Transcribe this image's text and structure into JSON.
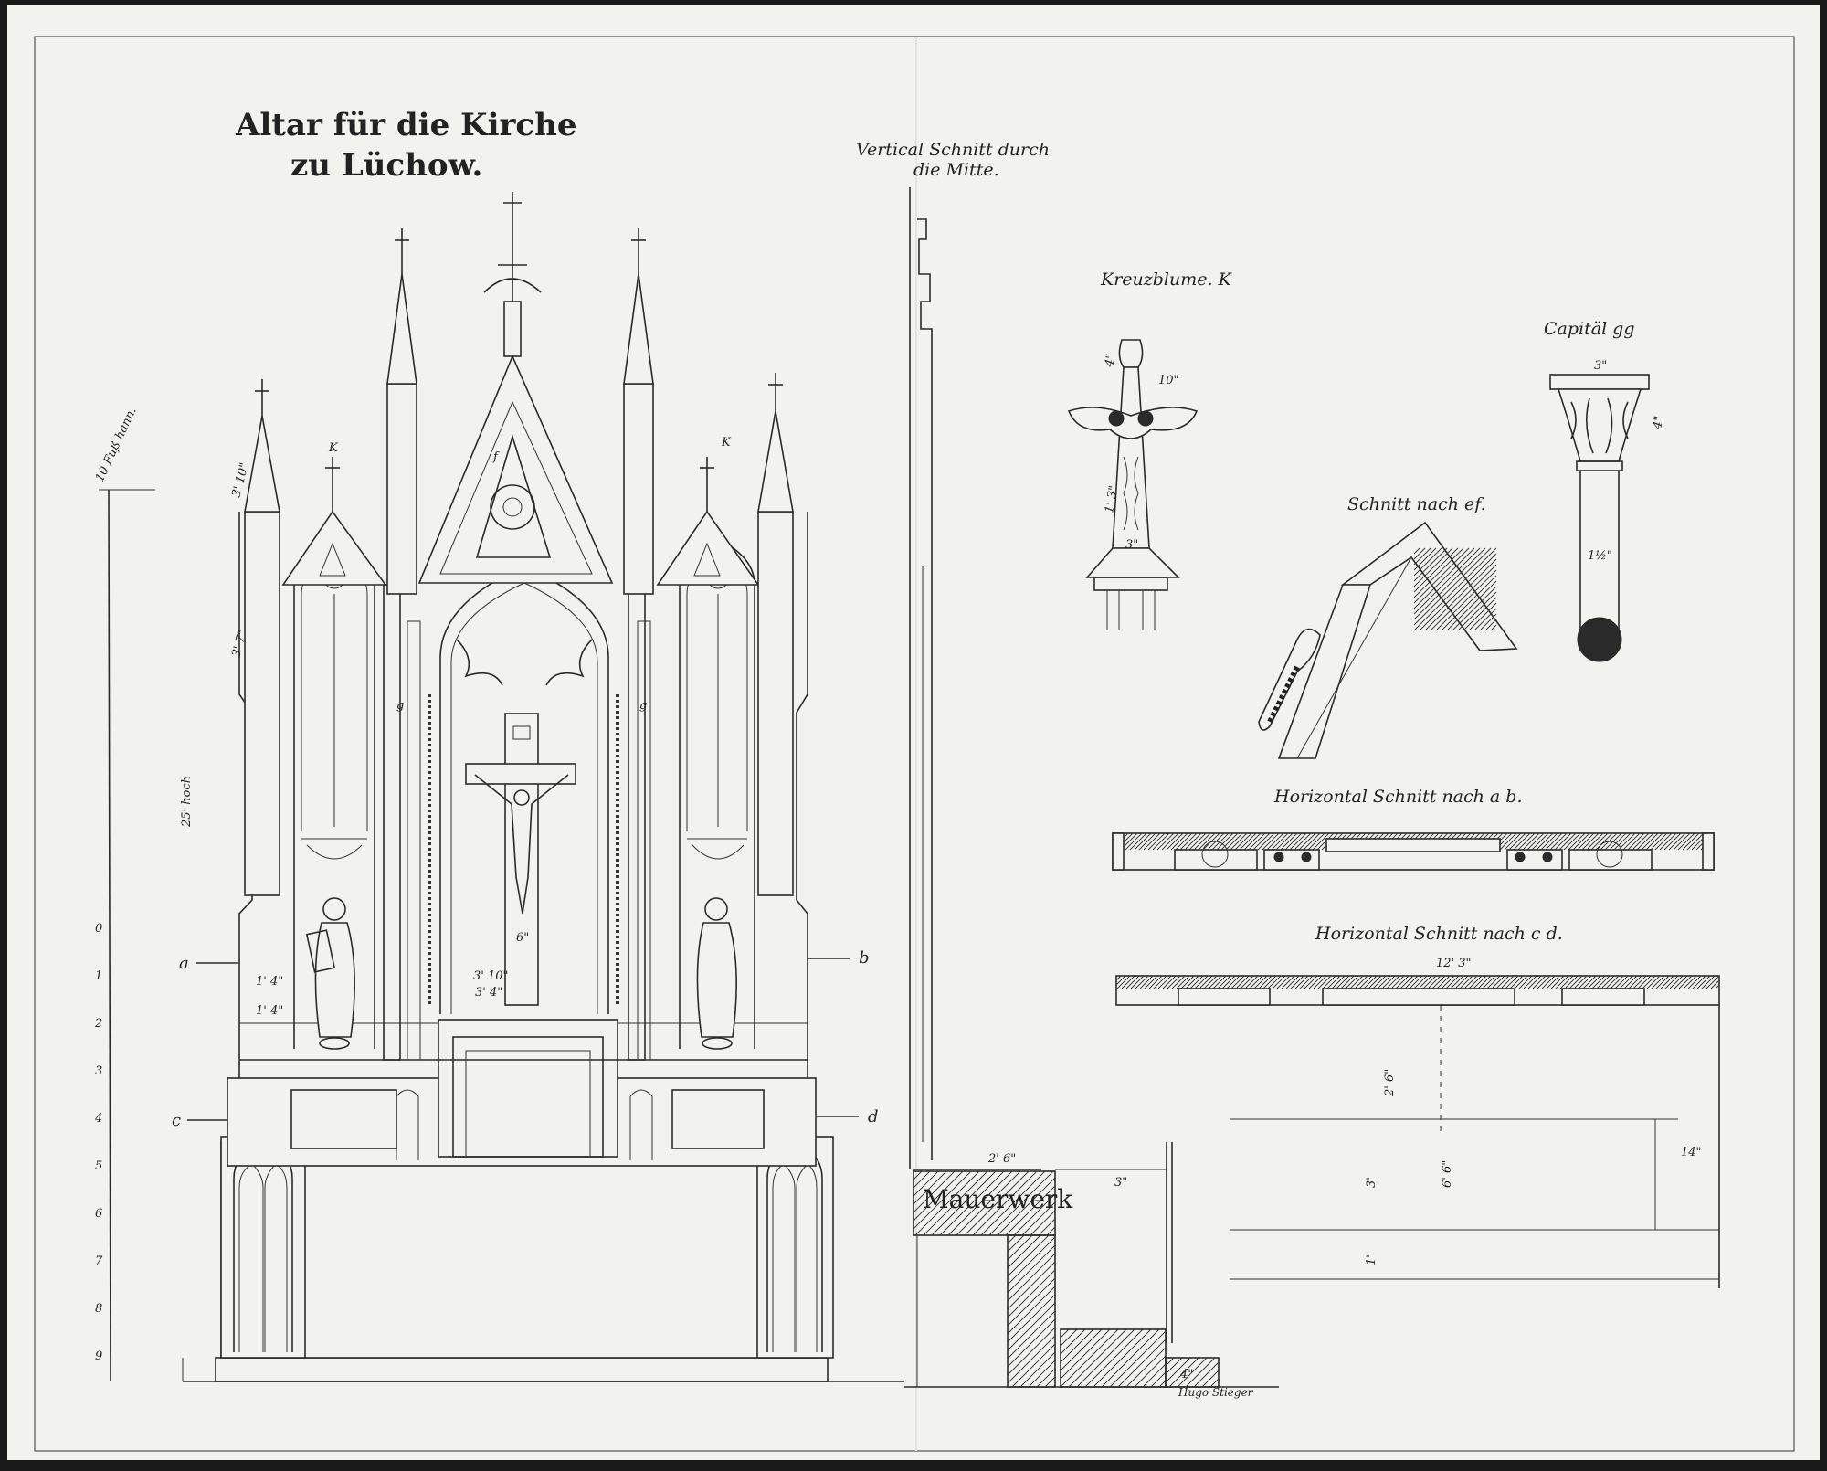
{
  "title": {
    "line1": "Altar für die Kirche",
    "line2": "zu Lüchow."
  },
  "sections": {
    "vertical_line1": "Vertical Schnitt durch",
    "vertical_line2": "die Mitte.",
    "kreuzblume": "Kreuzblume. K",
    "capitaell": "Capitäl gg",
    "schnitt_ef": "Schnitt nach ef.",
    "horizontal_ab": "Horizontal Schnitt nach a b.",
    "horizontal_cd": "Horizontal Schnitt nach c d.",
    "mauerwerk": "Mauerwerk"
  },
  "scale": {
    "label": "10 Fuß hann.",
    "height_note": "25' hoch",
    "ticks": [
      "0",
      "1",
      "2",
      "3",
      "4",
      "5",
      "6",
      "7",
      "8",
      "9"
    ]
  },
  "markers": {
    "a": "a",
    "b": "b",
    "c": "c",
    "d": "d",
    "k_left": "K",
    "k_right": "K",
    "g_left": "g",
    "g_right": "g",
    "f": "f"
  },
  "dimensions": {
    "cross_width": "3' 10\"",
    "cross_inner": "3' 4\"",
    "cross_post": "6\"",
    "pier_a": "1' 4\"",
    "pier_b": "1' 4\"",
    "gable": "3' 7\"",
    "pinnacle": "3' 10\"",
    "plan_width": "12' 3\"",
    "plan_depth": "2' 6\"",
    "plan_total": "6' 6\"",
    "plan_side": "14\"",
    "plan_front": "3'",
    "plan_back": "1'",
    "section_top": "2' 6\"",
    "section_mid": "3\"",
    "section_step": "4\"",
    "finial_width": "10\"",
    "finial_height": "1' 3\"",
    "finial_top": "4\"",
    "finial_base": "3\"",
    "capital_width": "3\"",
    "capital_height": "4\"",
    "shaft": "1½\""
  },
  "signature": "Hugo Stieger",
  "colors": {
    "paper": "#f2f2ef",
    "ink": "#2a2a2a"
  }
}
